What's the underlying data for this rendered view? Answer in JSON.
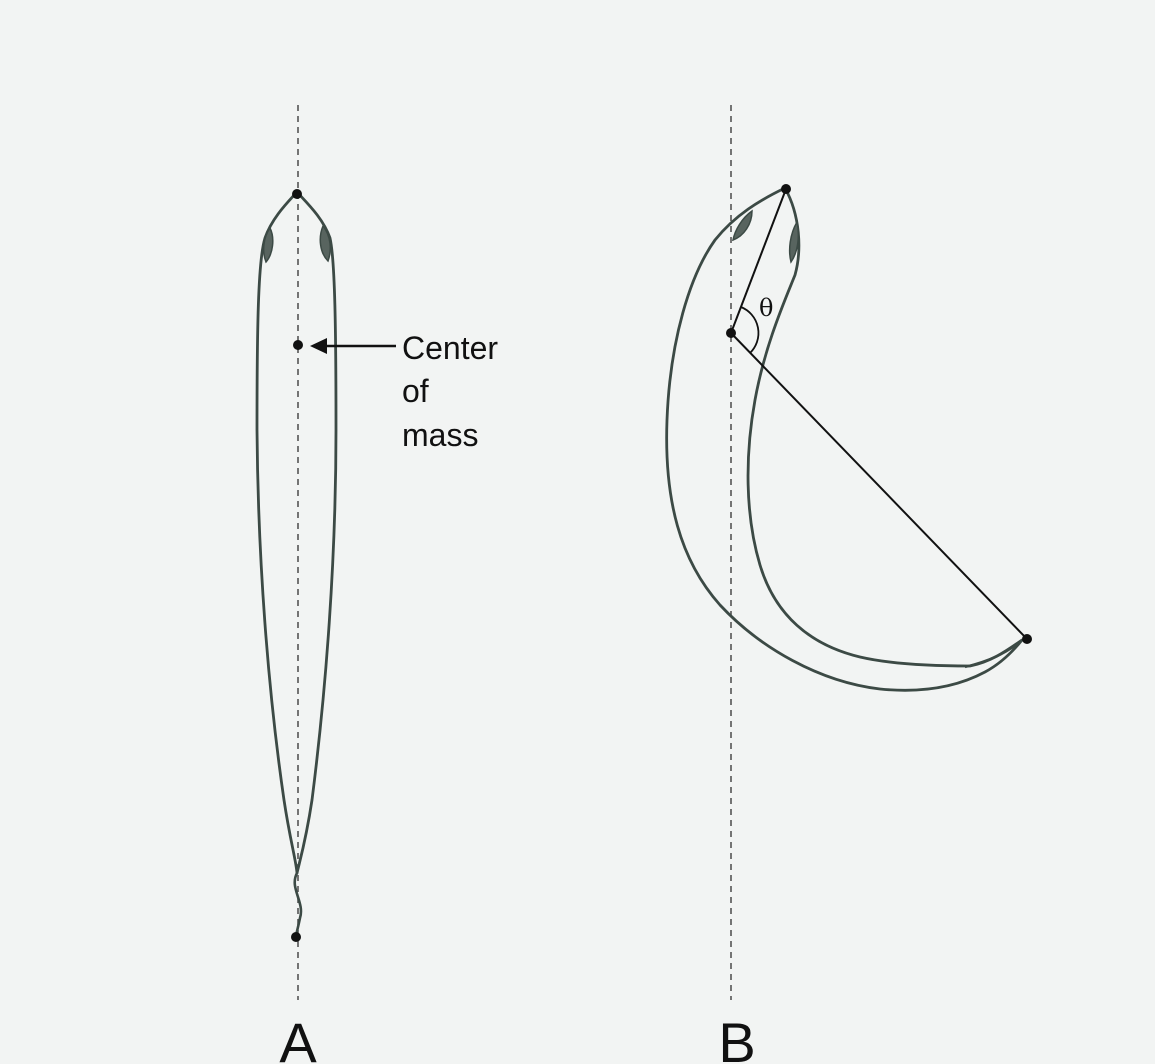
{
  "annotation": {
    "center_of_mass_line1": "Center",
    "center_of_mass_line2": "of",
    "center_of_mass_line3": "mass"
  },
  "angle_symbol": "θ",
  "panels": {
    "a_label": "A",
    "b_label": "B"
  },
  "colors": {
    "fish_outline": "#3c4a45",
    "axis_line": "#444444",
    "point": "#111111"
  }
}
